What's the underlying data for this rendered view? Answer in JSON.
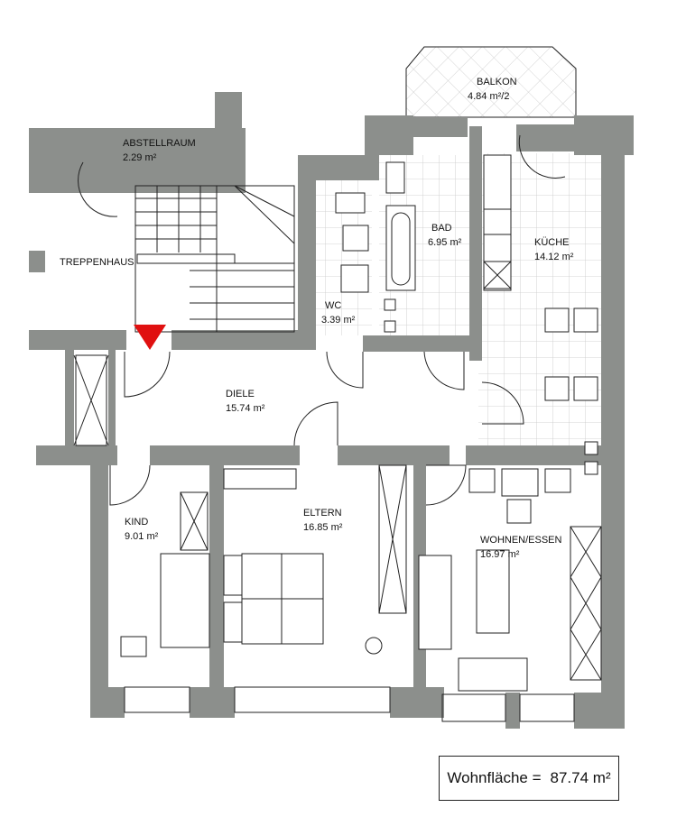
{
  "rooms": {
    "abstellraum": {
      "name": "ABSTELLRAUM",
      "area": "2.29 m²"
    },
    "treppenhaus": {
      "name": "TREPPENHAUS"
    },
    "balkon": {
      "name": "BALKON",
      "area": "4.84 m²/2"
    },
    "bad": {
      "name": "BAD",
      "area": "6.95 m²"
    },
    "kueche": {
      "name": "KÜCHE",
      "area": "14.12 m²"
    },
    "wc": {
      "name": "WC",
      "area": "3.39 m²"
    },
    "diele": {
      "name": "DIELE",
      "area": "15.74 m²"
    },
    "kind": {
      "name": "KIND",
      "area": "9.01 m²"
    },
    "eltern": {
      "name": "ELTERN",
      "area": "16.85 m²"
    },
    "wohnen": {
      "name": "WOHNEN/ESSEN",
      "area": "16.97 m²"
    }
  },
  "summary": {
    "label": "Wohnfläche =",
    "value": "87.74 m²"
  },
  "colors": {
    "wall": "#8c8f8c",
    "entry_marker": "#e01010",
    "tile_grid": "#c7c7c7"
  }
}
